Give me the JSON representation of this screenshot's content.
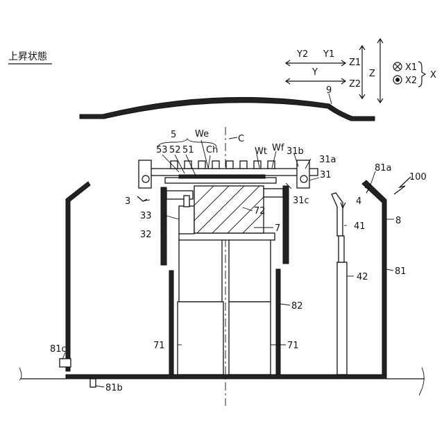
{
  "title": "上昇状態",
  "axes": {
    "y2": "Y2",
    "y1": "Y1",
    "y": "Y",
    "z1": "Z1",
    "z2": "Z2",
    "z": "Z",
    "x1": "X1",
    "x2": "X2",
    "x": "X"
  },
  "labels": {
    "l9": "9",
    "l5": "5",
    "lWe": "We",
    "lC": "C",
    "l53": "53",
    "l52": "52",
    "l51": "51",
    "lCh": "Ch",
    "lWt": "Wt",
    "lWf": "Wf",
    "l31b": "31b",
    "l31a": "31a",
    "l31": "31",
    "l81a": "81a",
    "l100": "100",
    "l3": "3",
    "l31c": "31c",
    "l4": "4",
    "l8": "8",
    "l33": "33",
    "l72": "72",
    "l41": "41",
    "l32": "32",
    "l7": "7",
    "l81": "81",
    "l42": "42",
    "l82": "82",
    "l81c": "81c",
    "l71a": "71",
    "l71b": "71",
    "l81b": "81b"
  }
}
